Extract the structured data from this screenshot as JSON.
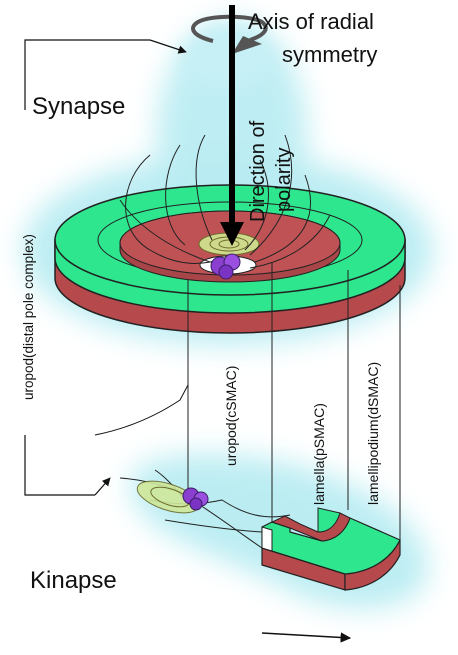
{
  "labels": {
    "axis_line1": "Axis of  radial",
    "axis_line2": "symmetry",
    "synapse": "Synapse",
    "kinapse": "Kinapse",
    "direction_line1": "Direction of",
    "direction_line2": "polarity",
    "uropod_distal": "uropod(distal pole complex)",
    "uropod_csmac": "uropod(cSMAC)",
    "lamella_psmac": "lamella(pSMAC)",
    "lamellipodium_dsmac": "lamellipodium(dSMAC)"
  },
  "colors": {
    "glow": "#b8ecf2",
    "disc_green": "#2ee68e",
    "disc_red": "#b5494c",
    "csmac_ring": "#cfd98c",
    "blob_purple": "#8a3fd0"
  }
}
